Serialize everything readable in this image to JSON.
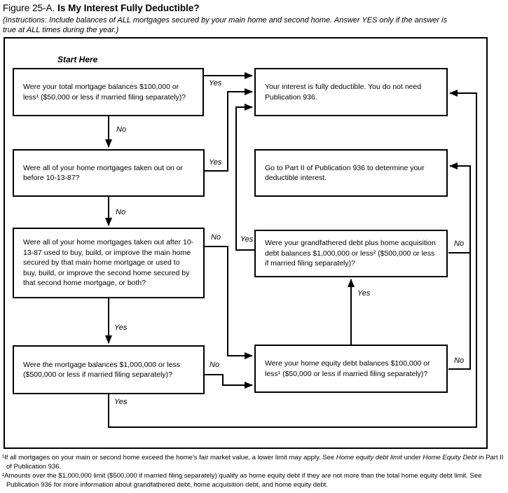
{
  "header": {
    "figure_label": "Figure 25-A.",
    "title": "Is My Interest Fully Deductible?",
    "instructions": "(Instructions: Include balances of ALL mortgages secured by your main home and second home. Answer YES only if the answer is true at ALL times during the year.)"
  },
  "flowchart": {
    "start_label": "Start Here",
    "boxes": {
      "q1": {
        "text": "Were your total mortgage balances $100,000 or less¹ ($50,000 or less if married filing separately)?"
      },
      "result_deductible": {
        "text": "Your interest is fully deductible. You do not need Publication 936."
      },
      "q2": {
        "text": "Were all of your home mortgages taken out on or before 10-13-87?"
      },
      "result_part2": {
        "text": "Go to Part II of Publication 936 to determine your deductible interest."
      },
      "q3": {
        "text": "Were all of your home mortgages taken out after 10-13-87 used to buy, build, or improve the main home secured by that main home mortgage or used to buy, build, or improve the second home secured by that second home mortgage, or both?"
      },
      "q_grandfathered": {
        "text": "Were your grandfathered debt plus home acquisition debt balances $1,000,000 or less² ($500,000 or less if married filing separately)?"
      },
      "q4": {
        "text": "Were the mortgage balances $1,000,000 or less ($500,000 or less if married filing separately)?"
      },
      "q_home_equity": {
        "text": "Were your home equity debt balances $100,000 or less¹ ($50,000 or less if married filing separately)?"
      }
    },
    "edges": [
      {
        "from": "q1",
        "answer": "Yes",
        "to": "result_deductible"
      },
      {
        "from": "q1",
        "answer": "No",
        "to": "q2"
      },
      {
        "from": "q2",
        "answer": "Yes",
        "to": "result_deductible"
      },
      {
        "from": "q2",
        "answer": "No",
        "to": "q3"
      },
      {
        "from": "q3",
        "answer": "No",
        "to": "q_home_equity"
      },
      {
        "from": "q3",
        "answer": "Yes",
        "to": "q4"
      },
      {
        "from": "q4",
        "answer": "No",
        "to": "q_home_equity"
      },
      {
        "from": "q4",
        "answer": "Yes",
        "to": "result_deductible"
      },
      {
        "from": "q_home_equity",
        "answer": "Yes",
        "to": "q_grandfathered"
      },
      {
        "from": "q_grandfathered",
        "answer": "Yes",
        "to": "result_deductible"
      },
      {
        "from": "q_grandfathered",
        "answer": "No",
        "to": "result_part2"
      },
      {
        "from": "q_home_equity",
        "answer": "No",
        "to": "result_part2"
      }
    ]
  },
  "footnotes": [
    {
      "parts": [
        {
          "t": "¹If all mortgages on your main or second home exceed the home's fair market value, a lower limit may apply. See "
        },
        {
          "t": "Home equity debt limit",
          "i": true
        },
        {
          "t": " under "
        },
        {
          "t": "Home Equity Debt",
          "i": true
        },
        {
          "t": " in Part II of Publication 936."
        }
      ]
    },
    {
      "parts": [
        {
          "t": "²Amounts over the $1,000,000 limit ($500,000 if married filing separately) qualify as home equity debt if they are not more than the total home equity debt limit. See Publication 936 for more information about grandfathered debt, home acquisition debt, and home equity debt."
        }
      ]
    }
  ],
  "colors": {
    "ink": "#000000",
    "paper": "#ffffff"
  }
}
